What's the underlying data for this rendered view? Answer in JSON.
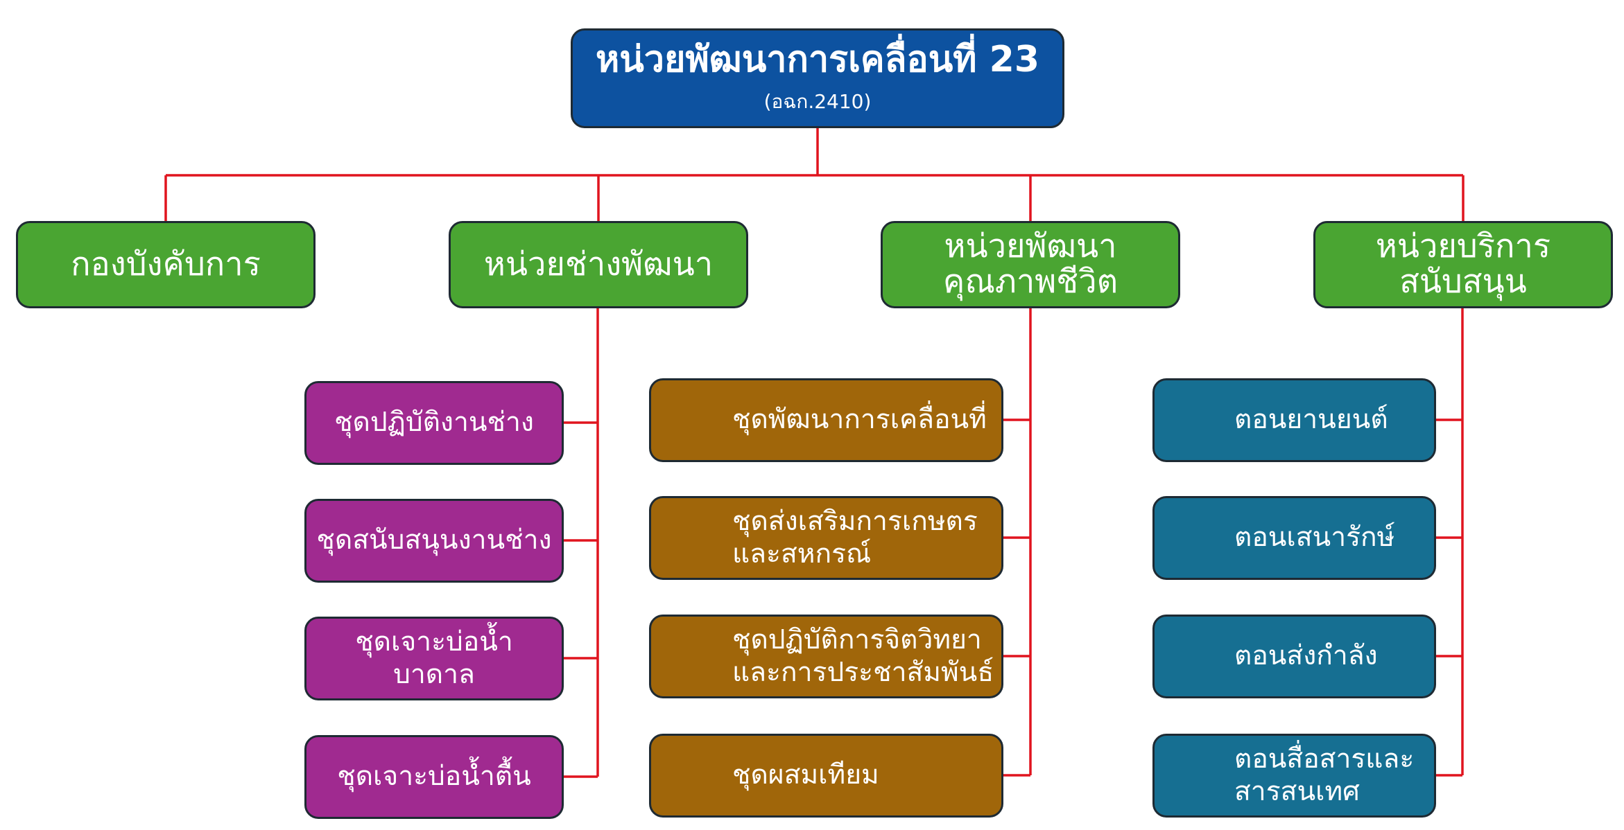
{
  "root": {
    "title": "หน่วยพัฒนาการเคลื่อนที่ 23",
    "subtitle": "(อฉก.2410)"
  },
  "divisions": [
    {
      "label": "กองบังคับการ"
    },
    {
      "label": "หน่วยช่างพัฒนา"
    },
    {
      "label": "หน่วยพัฒนา\nคุณภาพชีวิต"
    },
    {
      "label": "หน่วยบริการ\nสนับสนุน"
    }
  ],
  "engineering_units": [
    {
      "label": "ชุดปฏิบัติงานช่าง"
    },
    {
      "label": "ชุดสนับสนุนงานช่าง"
    },
    {
      "label": "ชุดเจาะบ่อน้ำ\nบาดาล"
    },
    {
      "label": "ชุดเจาะบ่อน้ำตื้น"
    }
  ],
  "quality_of_life_units": [
    {
      "label": "ชุดพัฒนาการเคลื่อนที่"
    },
    {
      "label": "ชุดส่งเสริมการเกษตร\nและสหกรณ์"
    },
    {
      "label": "ชุดปฏิบัติการจิตวิทยา\nและการประชาสัมพันธ์"
    },
    {
      "label": "ชุดผสมเทียม"
    }
  ],
  "support_units": [
    {
      "label": "ตอนยานยนต์"
    },
    {
      "label": "ตอนเสนารักษ์"
    },
    {
      "label": "ตอนส่งกำลัง"
    },
    {
      "label": "ตอนสื่อสารและ\nสารสนเทศ"
    }
  ],
  "colors": {
    "root": "#0d52a0",
    "division": "#4aa532",
    "engineering": "#a02a90",
    "quality_of_life": "#a0660a",
    "support": "#166f92",
    "connector": "#e0141e"
  }
}
